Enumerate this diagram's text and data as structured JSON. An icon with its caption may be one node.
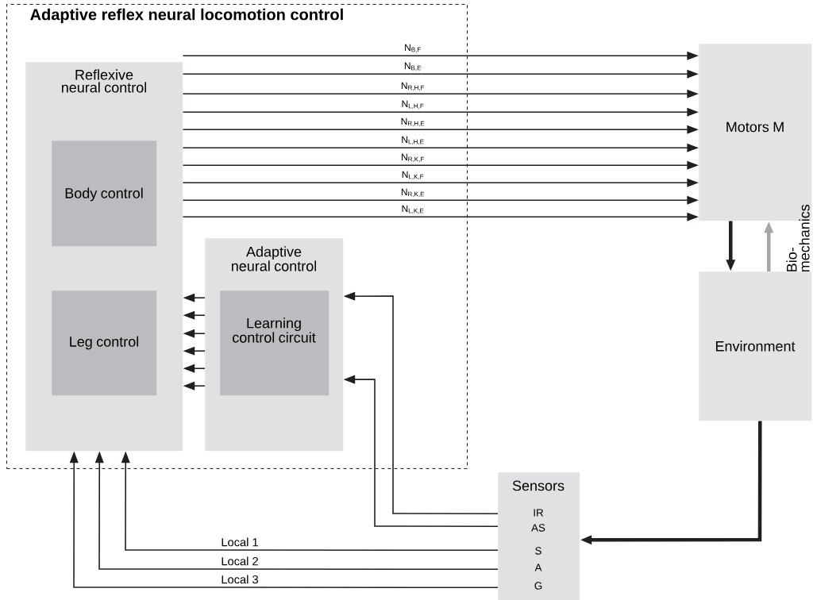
{
  "diagram": {
    "nodes": [
      {
        "text": [
          "Adaptive reflex neural locomotion control"
        ]
      },
      {
        "text": [
          "Reflexive neural control"
        ],
        "in": 0
      },
      {
        "text": [
          "Body control"
        ],
        "in": 1
      },
      {
        "text": [
          "Leg control"
        ],
        "in": 1
      },
      {
        "text": [
          "Adaptive neural control"
        ],
        "in": 0
      },
      {
        "text": [
          "Learning control circuit"
        ],
        "in": 4
      },
      {
        "text": [
          "Motors M"
        ]
      },
      {
        "text": [
          "Environment"
        ]
      },
      {
        "text": [
          "Sensors",
          "IR",
          "AS",
          "S",
          "A",
          "G"
        ]
      }
    ],
    "edges": [
      {
        "from": 1,
        "to": 6,
        "arrow": "to",
        "label": "N$_{B,F}$"
      },
      {
        "from": 1,
        "to": 6,
        "arrow": "to",
        "label": "N$_{B,E}$"
      },
      {
        "from": 1,
        "to": 6,
        "arrow": "to",
        "label": "N$_{R,H,F}$"
      },
      {
        "from": 1,
        "to": 6,
        "arrow": "to",
        "label": "N$_{L,H,F}$"
      },
      {
        "from": 1,
        "to": 6,
        "arrow": "to",
        "label": "N$_{R,H,E}$"
      },
      {
        "from": 1,
        "to": 6,
        "arrow": "to",
        "label": "N$_{L,H,E}$"
      },
      {
        "from": 1,
        "to": 6,
        "arrow": "to",
        "label": "N$_{R,K,F}$"
      },
      {
        "from": 1,
        "to": 6,
        "arrow": "to",
        "label": "N$_{L,K,F}$"
      },
      {
        "from": 1,
        "to": 6,
        "arrow": "to",
        "label": "N$_{R,K,E}$"
      },
      {
        "from": 1,
        "to": 6,
        "arrow": "to",
        "label": "N$_{L,K,E}$"
      },
      {
        "from": 4,
        "to": 1,
        "arrow": "to"
      },
      {
        "from": 4,
        "to": 1,
        "arrow": "to"
      },
      {
        "from": 4,
        "to": 1,
        "arrow": "to"
      },
      {
        "from": 4,
        "to": 1,
        "arrow": "to"
      },
      {
        "from": 4,
        "to": 1,
        "arrow": "to"
      },
      {
        "from": 4,
        "to": 1,
        "arrow": "to"
      },
      {
        "from": 8,
        "to": 4,
        "arrow": "to"
      },
      {
        "from": 8,
        "to": 4,
        "arrow": "to"
      },
      {
        "from": 8,
        "to": 1,
        "arrow": "to",
        "label": "Local 1"
      },
      {
        "from": 8,
        "to": 1,
        "arrow": "to",
        "label": "Local 2"
      },
      {
        "from": 8,
        "to": 1,
        "arrow": "to",
        "label": "Local 3"
      },
      {
        "from": 6,
        "to": 7,
        "arrow": "to",
        "style": "thick"
      },
      {
        "from": 7,
        "to": 6,
        "arrow": "to",
        "style": "thick",
        "color": "#a6a6a6",
        "label": "Bio- mechanics"
      },
      {
        "from": 7,
        "to": 8,
        "arrow": "to",
        "style": "thick"
      }
    ]
  }
}
